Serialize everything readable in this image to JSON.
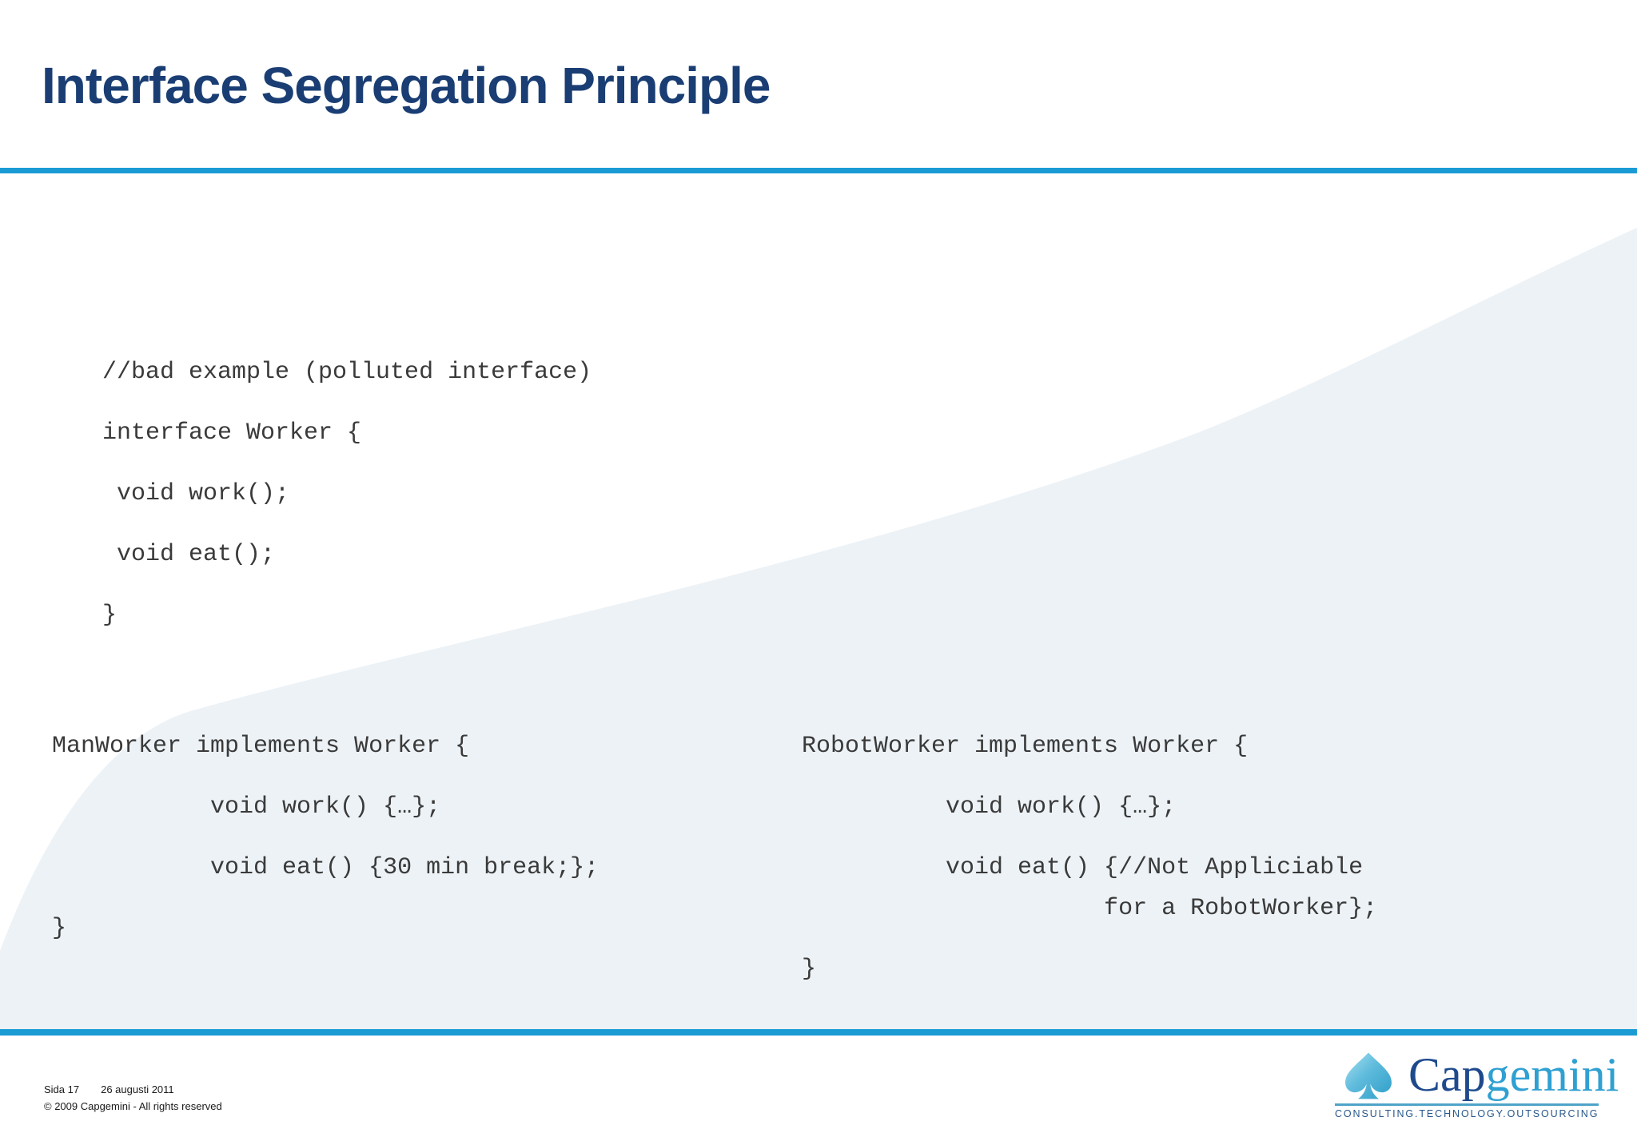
{
  "slide": {
    "title": "Interface Segregation Principle",
    "accent_color": "#1B9BD4",
    "title_color": "#1A3E74",
    "wave_color": "#EDF2F6"
  },
  "code_top": {
    "lines": [
      "//bad example (polluted interface)",
      "interface Worker {",
      " void work();",
      " void eat();",
      "}"
    ]
  },
  "code_left": {
    "lines": [
      "ManWorker implements Worker {",
      "           void work() {…};",
      "           void eat() {30 min break;};",
      "}"
    ]
  },
  "code_right": {
    "lines": [
      "RobotWorker implements Worker {",
      "          void work() {…};",
      "          void eat() {//Not Appliciable",
      "                     for a RobotWorker};",
      "}"
    ]
  },
  "footer": {
    "page_label": "Sida 17",
    "date": "26 augusti 2011",
    "copyright": "© 2009 Capgemini - All rights reserved"
  },
  "logo": {
    "brand_primary": "Cap",
    "brand_secondary": "gemini",
    "tagline": "CONSULTING.TECHNOLOGY.OUTSOURCING",
    "spade_icon": "capgemini-spade-icon"
  }
}
